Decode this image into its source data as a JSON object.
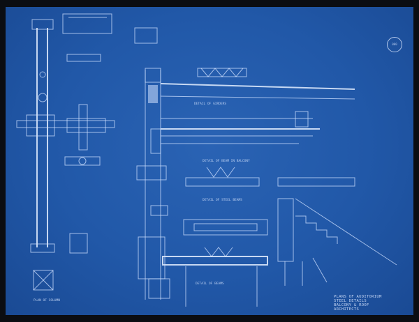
{
  "sheet": {
    "title_block": [
      "PLANS OF AUDITORIUM",
      "STEEL DETAILS",
      "BALCONY & ROOF",
      "ARCHITECTS"
    ],
    "stamp": "000",
    "captions": [
      "DETAIL OF GIRDERS",
      "DETAIL OF BEAM IN BALCONY",
      "DETAIL OF STEEL BEAMS",
      "DETAIL OF BEAMS",
      "PLAN OF COLUMN"
    ],
    "colors": {
      "paper": "#2158a8",
      "ink": "#cfe0ff",
      "border": "#0b0d12"
    }
  }
}
